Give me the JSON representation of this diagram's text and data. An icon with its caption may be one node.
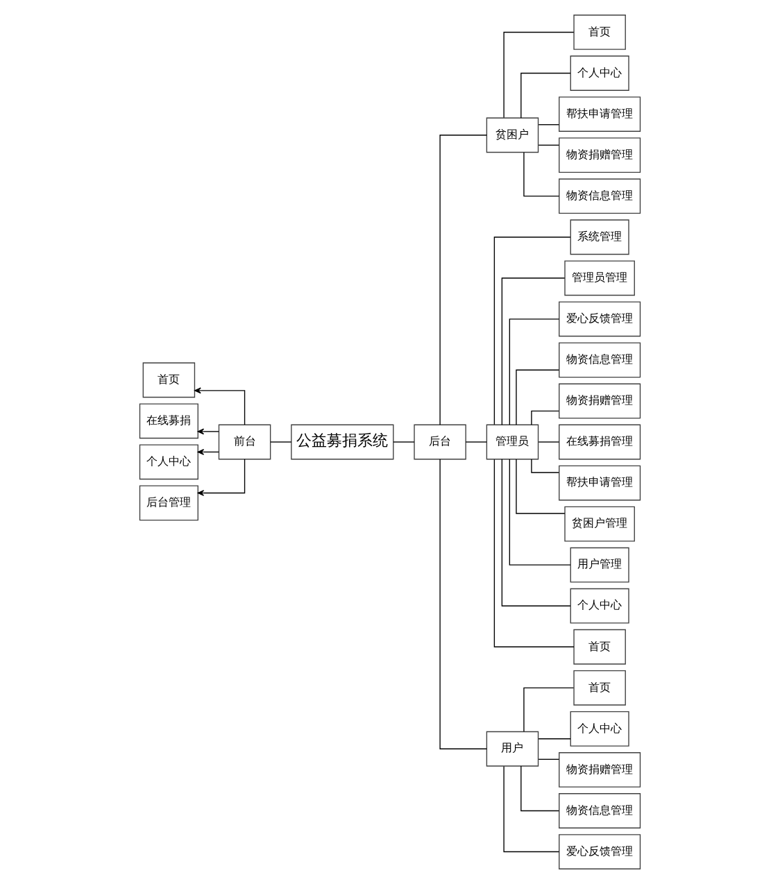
{
  "diagram": {
    "nodes": [
      {
        "text": [
          "首页"
        ]
      },
      {
        "text": [
          "在线募捐"
        ]
      },
      {
        "text": [
          "个人中心"
        ]
      },
      {
        "text": [
          "后台管理"
        ]
      },
      {
        "text": [
          "前台"
        ]
      },
      {
        "text": [
          "公益募捐系统"
        ]
      },
      {
        "text": [
          "后台"
        ]
      },
      {
        "text": [
          "贫困户"
        ]
      },
      {
        "text": [
          "管理员"
        ]
      },
      {
        "text": [
          "用户"
        ]
      },
      {
        "text": [
          "首页"
        ]
      },
      {
        "text": [
          "个人中心"
        ]
      },
      {
        "text": [
          "帮扶申请管理"
        ]
      },
      {
        "text": [
          "物资捐赠管理"
        ]
      },
      {
        "text": [
          "物资信息管理"
        ]
      },
      {
        "text": [
          "首页"
        ]
      },
      {
        "text": [
          "个人中心"
        ]
      },
      {
        "text": [
          "物资捐赠管理"
        ]
      },
      {
        "text": [
          "物资信息管理"
        ]
      },
      {
        "text": [
          "爱心反馈管理"
        ]
      },
      {
        "text": [
          "系统管理"
        ]
      },
      {
        "text": [
          "管理员管理"
        ]
      },
      {
        "text": [
          "爱心反馈管理"
        ]
      },
      {
        "text": [
          "物资信息管理"
        ]
      },
      {
        "text": [
          "物资捐赠管理"
        ]
      },
      {
        "text": [
          "在线募捐管理"
        ]
      },
      {
        "text": [
          "帮扶申请管理"
        ]
      },
      {
        "text": [
          "贫困户管理"
        ]
      },
      {
        "text": [
          "用户管理"
        ]
      },
      {
        "text": [
          "个人中心"
        ]
      },
      {
        "text": [
          "首页"
        ]
      }
    ],
    "edges": [
      {
        "from": 4,
        "to": 0,
        "arrow": "to"
      },
      {
        "from": 4,
        "to": 1,
        "arrow": "to"
      },
      {
        "from": 4,
        "to": 2,
        "arrow": "to"
      },
      {
        "from": 4,
        "to": 3,
        "arrow": "to"
      },
      {
        "from": 4,
        "to": 5,
        "arrow": "none"
      },
      {
        "from": 5,
        "to": 6,
        "arrow": "none"
      },
      {
        "from": 6,
        "to": 7,
        "arrow": "none"
      },
      {
        "from": 6,
        "to": 8,
        "arrow": "none"
      },
      {
        "from": 6,
        "to": 9,
        "arrow": "none"
      },
      {
        "from": 7,
        "to": 10,
        "arrow": "none"
      },
      {
        "from": 7,
        "to": 11,
        "arrow": "none"
      },
      {
        "from": 7,
        "to": 12,
        "arrow": "none"
      },
      {
        "from": 7,
        "to": 13,
        "arrow": "none"
      },
      {
        "from": 7,
        "to": 14,
        "arrow": "none"
      },
      {
        "from": 9,
        "to": 15,
        "arrow": "none"
      },
      {
        "from": 9,
        "to": 16,
        "arrow": "none"
      },
      {
        "from": 9,
        "to": 17,
        "arrow": "none"
      },
      {
        "from": 9,
        "to": 18,
        "arrow": "none"
      },
      {
        "from": 9,
        "to": 19,
        "arrow": "none"
      },
      {
        "from": 8,
        "to": 20,
        "arrow": "none"
      },
      {
        "from": 8,
        "to": 21,
        "arrow": "none"
      },
      {
        "from": 8,
        "to": 22,
        "arrow": "none"
      },
      {
        "from": 8,
        "to": 23,
        "arrow": "none"
      },
      {
        "from": 8,
        "to": 24,
        "arrow": "none"
      },
      {
        "from": 8,
        "to": 25,
        "arrow": "none"
      },
      {
        "from": 8,
        "to": 26,
        "arrow": "none"
      },
      {
        "from": 8,
        "to": 27,
        "arrow": "none"
      },
      {
        "from": 8,
        "to": 28,
        "arrow": "none"
      },
      {
        "from": 8,
        "to": 29,
        "arrow": "none"
      },
      {
        "from": 8,
        "to": 30,
        "arrow": "none"
      }
    ]
  }
}
